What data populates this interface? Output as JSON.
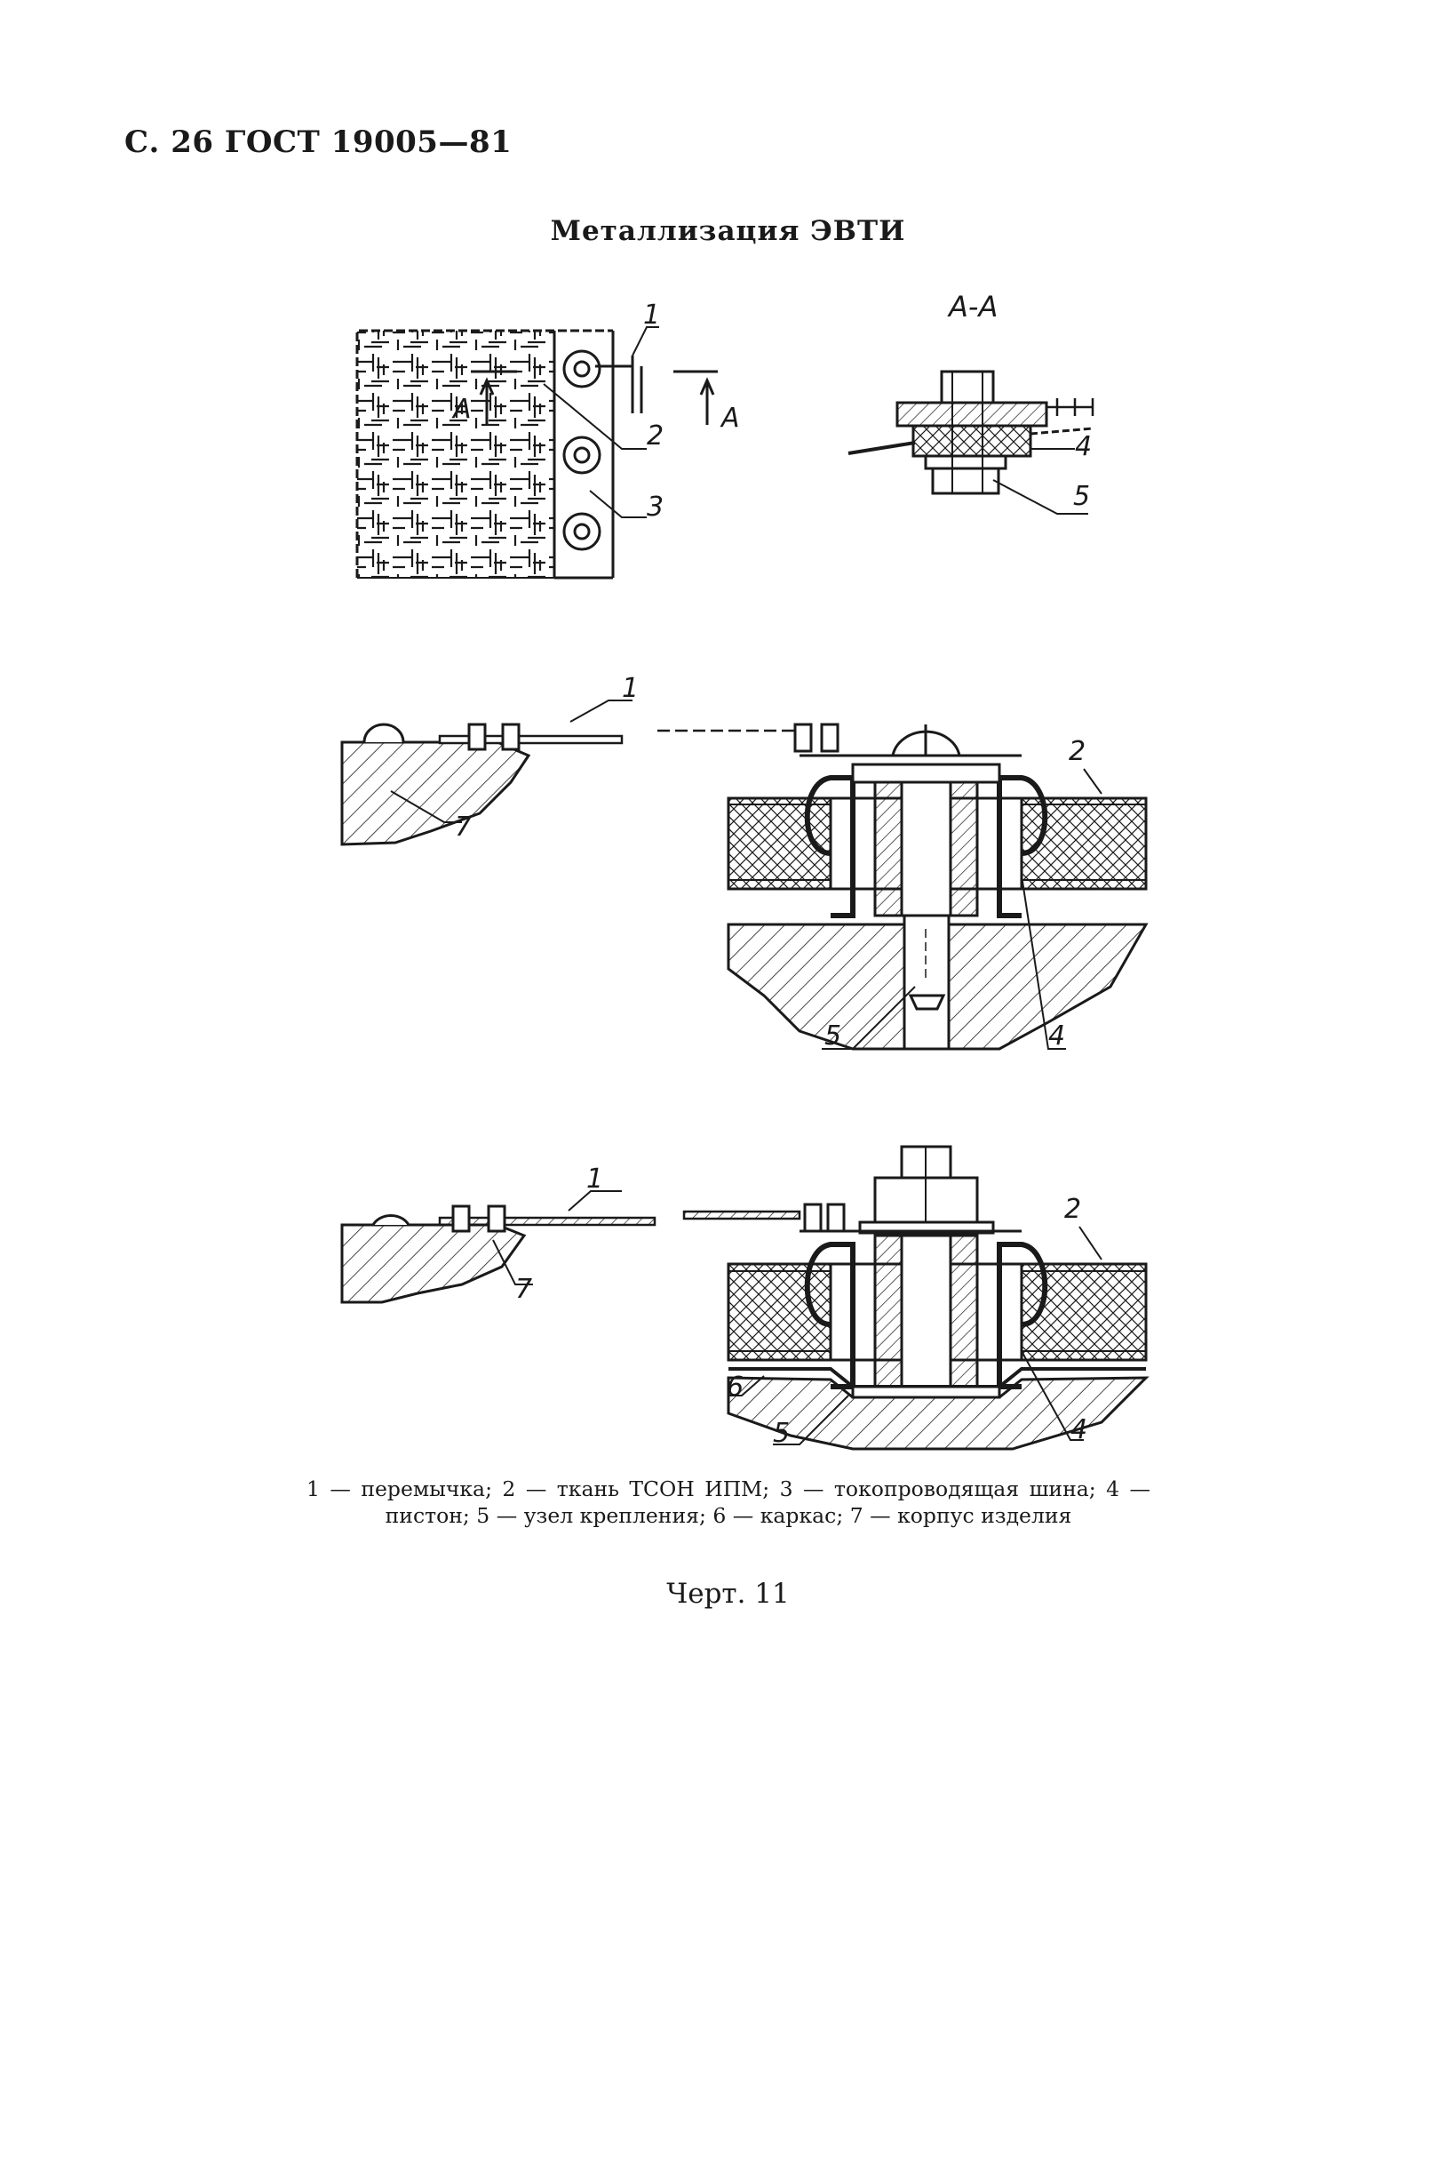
{
  "page": {
    "header": "С. 26 ГОСТ 19005—81",
    "title": "Металлизация ЭВТИ",
    "legend": "1 — перемычка; 2 — ткань ТСОН ИПМ; 3 — токопроводящая шина; 4 — пистон; 5 — узел крепления; 6 — каркас; 7 — корпус изделия",
    "caption": "Черт. 11"
  },
  "view_top": {
    "section_label": "А-А",
    "arrow_label_left": "А",
    "arrow_label_right": "А",
    "callouts": [
      "1",
      "2",
      "3"
    ]
  },
  "view_section_aa": {
    "callouts": [
      "4",
      "5"
    ]
  },
  "view_middle": {
    "callouts": [
      "1",
      "2",
      "7",
      "5",
      "4"
    ]
  },
  "view_bottom": {
    "callouts": [
      "1",
      "2",
      "7",
      "6",
      "5",
      "4"
    ]
  },
  "colors": {
    "ink": "#1a1a1a",
    "paper": "#ffffff"
  }
}
